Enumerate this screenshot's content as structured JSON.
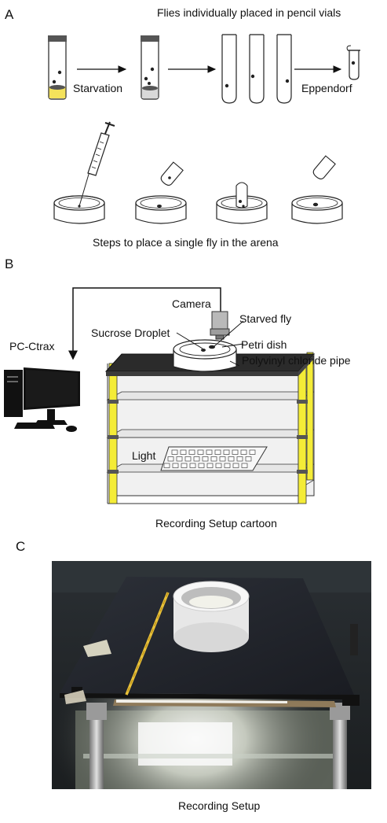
{
  "panel_a": {
    "letter": "A",
    "header": "Flies individually placed in pencil vials",
    "starvation": "Starvation",
    "eppendorf": "Eppendorf",
    "caption": "Steps to place a single fly in the arena"
  },
  "panel_b": {
    "letter": "B",
    "camera": "Camera",
    "starved_fly": "Starved fly",
    "sucrose_droplet": "Sucrose Droplet",
    "petri_dish": "Petri dish",
    "pvc_pipe": "Polyvinyl chloride pipe",
    "pc": "PC-Ctrax",
    "light": "Light",
    "caption": "Recording Setup cartoon"
  },
  "panel_c": {
    "letter": "C",
    "caption": "Recording Setup"
  }
}
